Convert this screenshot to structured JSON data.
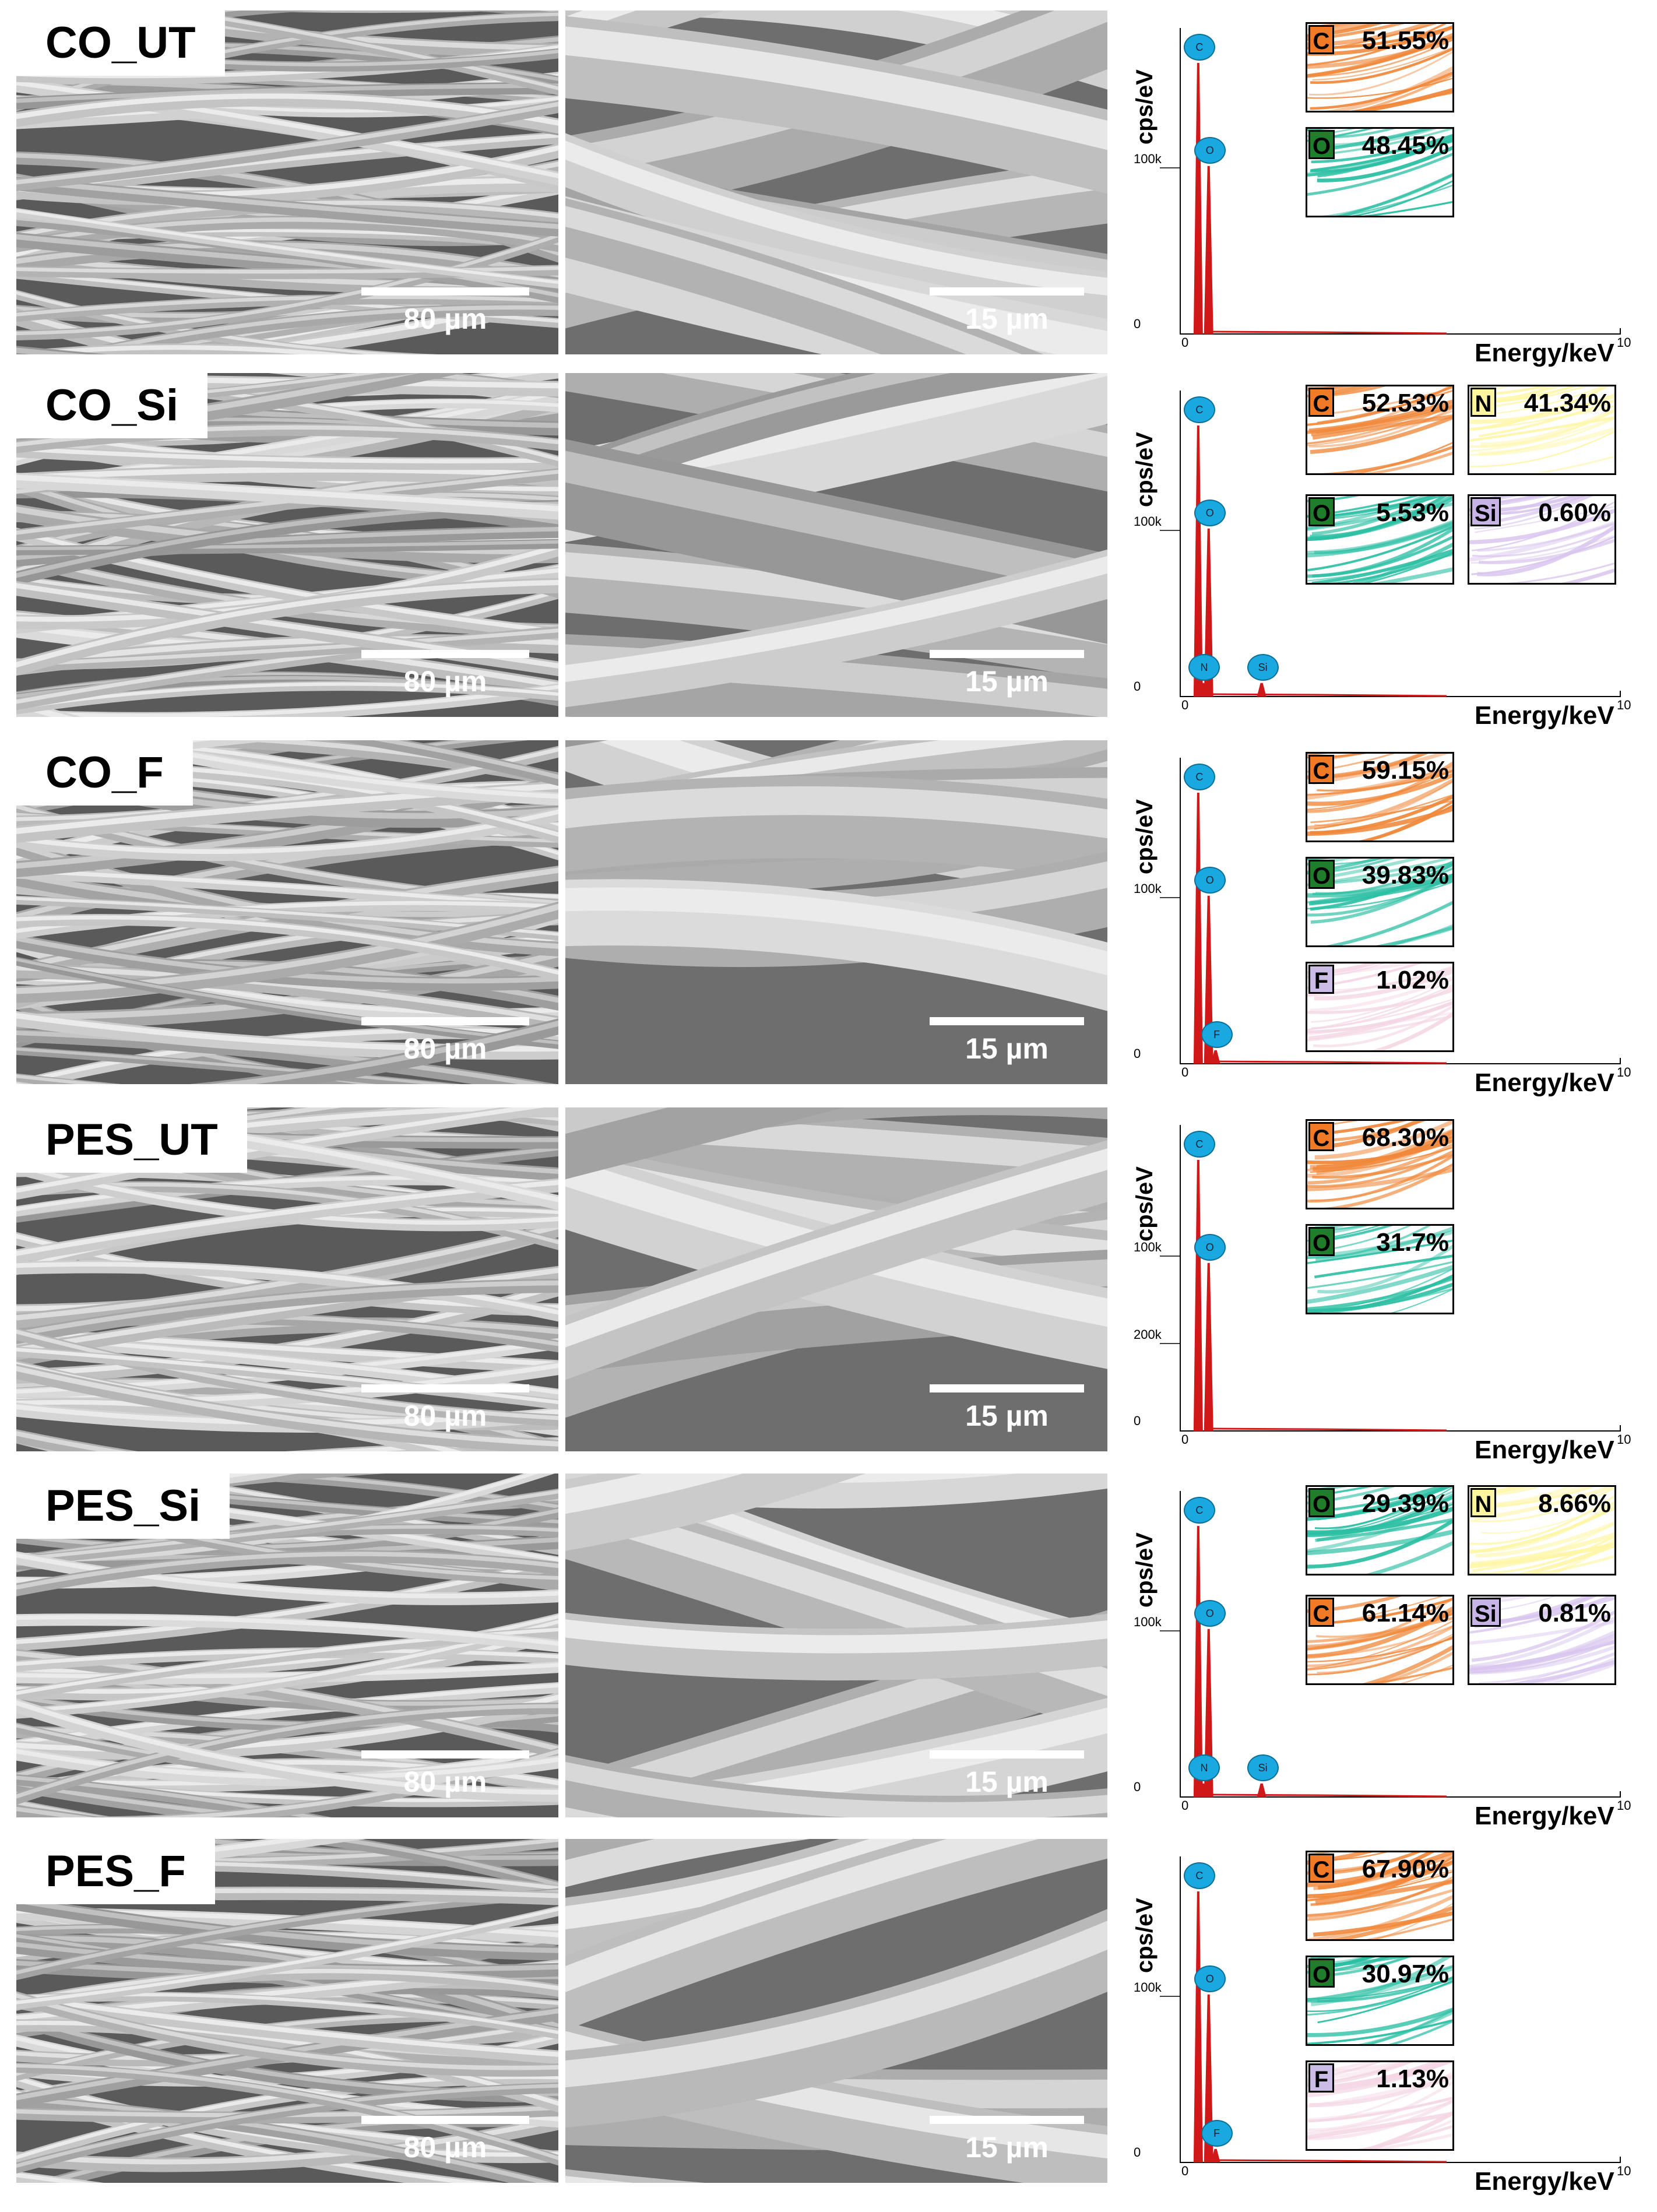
{
  "colors": {
    "C": "#f0883a",
    "O": "#2cbfa4",
    "N": "#fff6a6",
    "Si": "#d9c6ee",
    "F": "#f4d7e4",
    "C_box": "#f07a25",
    "O_box": "#1f7d2b",
    "N_box": "#fff5a0",
    "Si_box": "#c7b3e6",
    "F_box": "#cbbce6",
    "spectrum": "#d11818",
    "peak_bubble": "#19a9e0"
  },
  "axes": {
    "ylabel": "cps/eV",
    "xlabel": "Energy/keV",
    "x_tick_zero": "0",
    "x_tick_max": "10",
    "y_tick_zero": "0"
  },
  "scales": {
    "left": "80 µm",
    "right": "15 µm"
  },
  "rows": [
    {
      "label": "CO_UT",
      "y_ticks": [
        "100k"
      ],
      "peaks": [
        "C",
        "O"
      ],
      "maps": [
        {
          "el": "C",
          "pct": "51.55%"
        },
        {
          "el": "O",
          "pct": "48.45%"
        }
      ]
    },
    {
      "label": "CO_Si",
      "y_ticks": [
        "100k"
      ],
      "peaks": [
        "C",
        "O",
        "N",
        "Si"
      ],
      "maps": [
        {
          "el": "C",
          "pct": "52.53%"
        },
        {
          "el": "N",
          "pct": "41.34%"
        },
        {
          "el": "O",
          "pct": "5.53%"
        },
        {
          "el": "Si",
          "pct": "0.60%"
        }
      ]
    },
    {
      "label": "CO_F",
      "y_ticks": [
        "100k"
      ],
      "peaks": [
        "C",
        "O",
        "F"
      ],
      "maps": [
        {
          "el": "C",
          "pct": "59.15%"
        },
        {
          "el": "O",
          "pct": "39.83%"
        },
        {
          "el": "F",
          "pct": "1.02%"
        }
      ]
    },
    {
      "label": "PES_UT",
      "y_ticks": [
        "200k",
        "100k"
      ],
      "peaks": [
        "C",
        "O"
      ],
      "maps": [
        {
          "el": "C",
          "pct": "68.30%"
        },
        {
          "el": "O",
          "pct": "31.7%"
        }
      ]
    },
    {
      "label": "PES_Si",
      "y_ticks": [
        "100k"
      ],
      "peaks": [
        "C",
        "O",
        "N",
        "Si"
      ],
      "maps": [
        {
          "el": "O",
          "pct": "29.39%"
        },
        {
          "el": "N",
          "pct": "8.66%"
        },
        {
          "el": "C",
          "pct": "61.14%"
        },
        {
          "el": "Si",
          "pct": "0.81%"
        }
      ]
    },
    {
      "label": "PES_F",
      "y_ticks": [
        "100k"
      ],
      "peaks": [
        "C",
        "O",
        "F"
      ],
      "maps": [
        {
          "el": "C",
          "pct": "67.90%"
        },
        {
          "el": "O",
          "pct": "30.97%"
        },
        {
          "el": "F",
          "pct": "1.13%"
        }
      ]
    }
  ]
}
